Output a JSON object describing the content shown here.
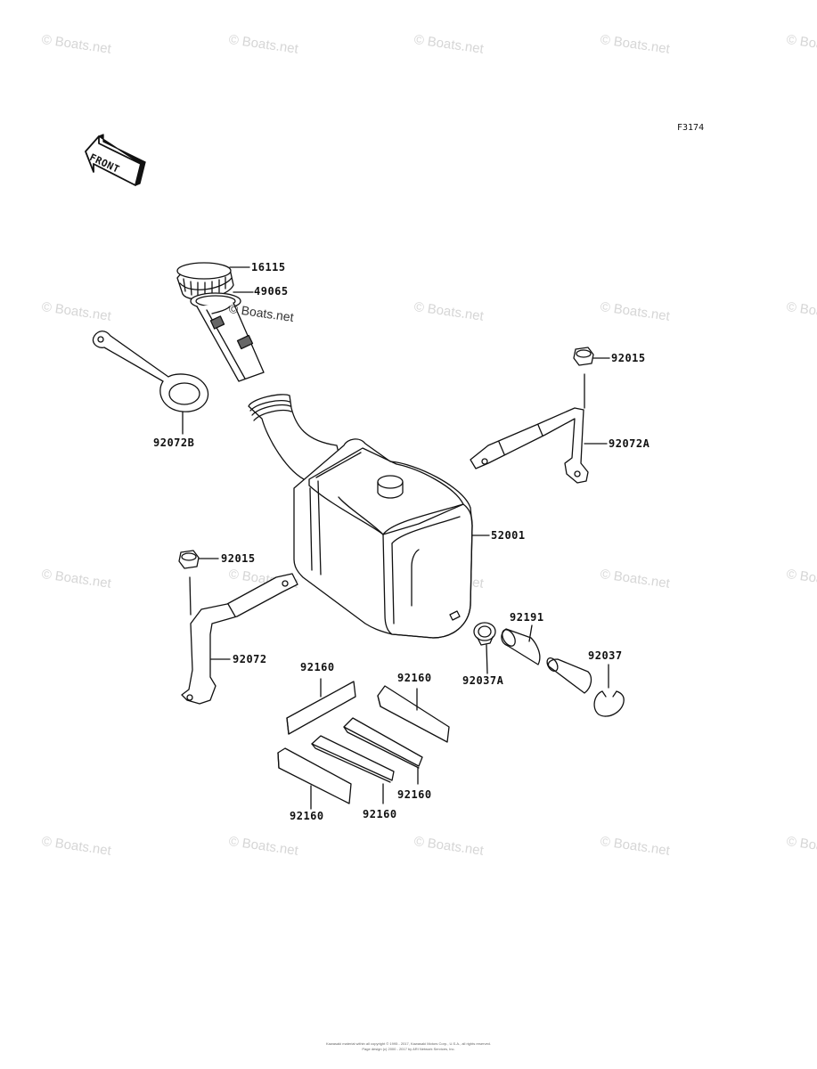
{
  "diagram": {
    "figure_code": "F3174",
    "front_label": "FRONT",
    "watermark": "© Boats.net",
    "inline_watermark": "© Boats.net",
    "parts": [
      {
        "id": "16115"
      },
      {
        "id": "49065"
      },
      {
        "id": "92072B"
      },
      {
        "id": "92015"
      },
      {
        "id": "92072A"
      },
      {
        "id": "52001"
      },
      {
        "id": "92015"
      },
      {
        "id": "92072"
      },
      {
        "id": "92191"
      },
      {
        "id": "92037"
      },
      {
        "id": "92037A"
      },
      {
        "id": "92160"
      },
      {
        "id": "92160"
      },
      {
        "id": "92160"
      },
      {
        "id": "92160"
      },
      {
        "id": "92160"
      }
    ],
    "footer_line1": "Kawasaki material within all copyright © 1995 - 2017, Kawasaki Motors Corp., U.S.A., all rights reserved.",
    "footer_line2": "Page design (c) 2000 - 2017 by ARI Network Services, Inc."
  }
}
